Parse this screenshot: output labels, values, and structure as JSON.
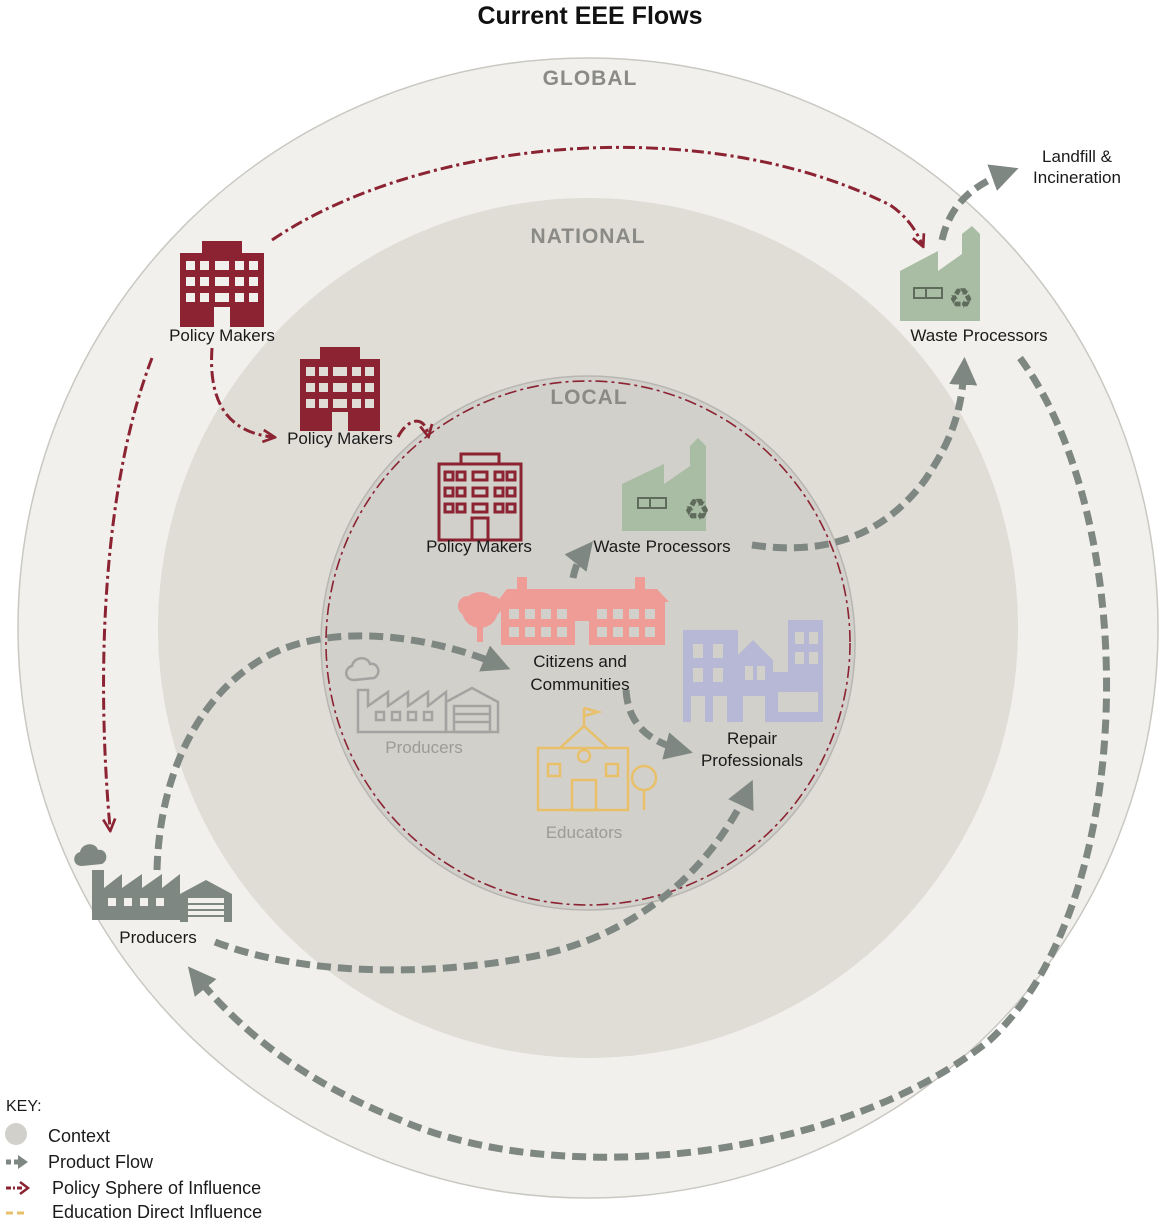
{
  "title": "Current EEE Flows",
  "zones": {
    "global": "GLOBAL",
    "national": "NATIONAL",
    "local": "LOCAL"
  },
  "nodes": {
    "global_policy_makers": "Policy Makers",
    "national_policy_makers": "Policy Makers",
    "local_policy_makers": "Policy Makers",
    "global_waste_processors": "Waste Processors",
    "local_waste_processors": "Waste Processors",
    "landfill_line1": "Landfill &",
    "landfill_line2": "Incineration",
    "citizens_line1": "Citizens and",
    "citizens_line2": "Communities",
    "repair_line1": "Repair",
    "repair_line2": "Professionals",
    "local_producers": "Producers",
    "educators": "Educators",
    "global_producers": "Producers"
  },
  "key": {
    "title": "KEY:",
    "items": [
      {
        "label": "Context"
      },
      {
        "label": "Product Flow"
      },
      {
        "label": "Policy Sphere of Influence"
      },
      {
        "label": "Education Direct Influence"
      }
    ]
  },
  "colors": {
    "global_ring": "#f1f0ec",
    "national_ring": "#dfddd6",
    "local_ring": "#d2d0cb",
    "policy": "#8b2332",
    "product_flow": "#7f8782",
    "education": "#e8c06a",
    "waste": "#a9bca4",
    "citizens": "#ee9c95",
    "repair": "#b7b8d5",
    "producers_faded": "#a3a3a1",
    "producers": "#7f8782"
  }
}
